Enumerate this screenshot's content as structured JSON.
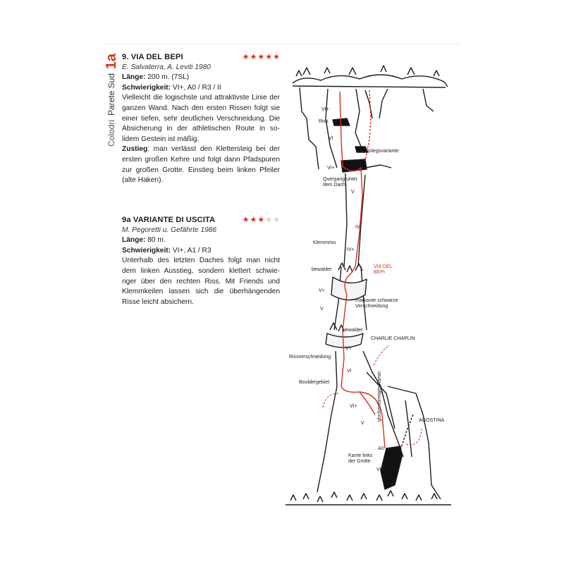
{
  "sidebar": {
    "section_number": "1a",
    "wall_name": "Parete Sud",
    "area_name": "Colodri"
  },
  "routes": [
    {
      "title": "9. VIA DEL BEPI",
      "stars": {
        "filled": 5,
        "total": 5
      },
      "authors": "E. Salvaterra, A. Leviti 1980",
      "length_label": "Länge:",
      "length_value": "200 m. (7SL)",
      "difficulty_label": "Schwierigkeit:",
      "difficulty_value": "VI+, A0 / R3 / II",
      "description": "Vielleicht die logischste und attraktivste Linie der ganzen Wand. Nach den ersten Rissen folgt sie einer tiefen, sehr deutlichen Verschneidung. Die Absicherung in der athletischen Route in so-lidem Gestein ist mäßig.",
      "approach_label": "Zustieg",
      "approach_text": ": man verlässt den Klettersteig bei der ersten großen Kehre und folgt dann Pfadspuren zur großen Grotte. Einstieg beim linken Pfeiler (alte Haken)."
    },
    {
      "title": "9a VARIANTE DI USCITA",
      "stars": {
        "filled": 3,
        "total": 5
      },
      "authors": "M. Pegoretti u. Gefährte 1986",
      "length_label": "Länge:",
      "length_value": "80 m.",
      "difficulty_label": "Schwierigkeit:",
      "difficulty_value": "VI+, A1 / R3",
      "description": "Unterhalb des letzten Daches folgt man nicht dem linken Ausstieg, sondern klettert schwie-riger über den rechten Riss. Mit Friends und Klemmkeilen lassen sich die überhängenden Risse leicht absichern."
    }
  ],
  "topo": {
    "route_color": "#d7321e",
    "labels": {
      "grade_vi_plus_1": "VI+",
      "riss": "Riss",
      "grade_vi_1": "VI",
      "ausstiegsvariante": "Ausstiegsvariante",
      "grade_vi_plus_2": "VI+",
      "quergang": "Quergang unter dem Dach",
      "grade_v_1": "V",
      "grade_iv": "IV",
      "klemmriss": "Klemmriss",
      "grade_iv_plus": "IV+",
      "via_del_bepi": "VIA DEL BEPI",
      "bewaldet_1": "bewaldet",
      "grade_v_plus_1": "V+",
      "verschneidung": "markante schwarze Verschneidung",
      "grade_v_2": "V",
      "bewaldet_2": "bewaldet",
      "charlie_chaplin": "CHARLIE CHAPLIN",
      "grade_v_plus_2": "V+",
      "rissverschneidung": "Rissverschneidung",
      "grade_vi_2": "VI",
      "bouldergebiet": "Bouldergebiet",
      "grade_vi_plus_3": "VI+",
      "kamin": "glockenförmiger Kamin",
      "grade_v_3": "V",
      "agostina": "AGOSTINA",
      "grade_a0": "A0",
      "kante": "Kante links der Grotte",
      "grade_vi_plus_4": "VI+"
    }
  }
}
